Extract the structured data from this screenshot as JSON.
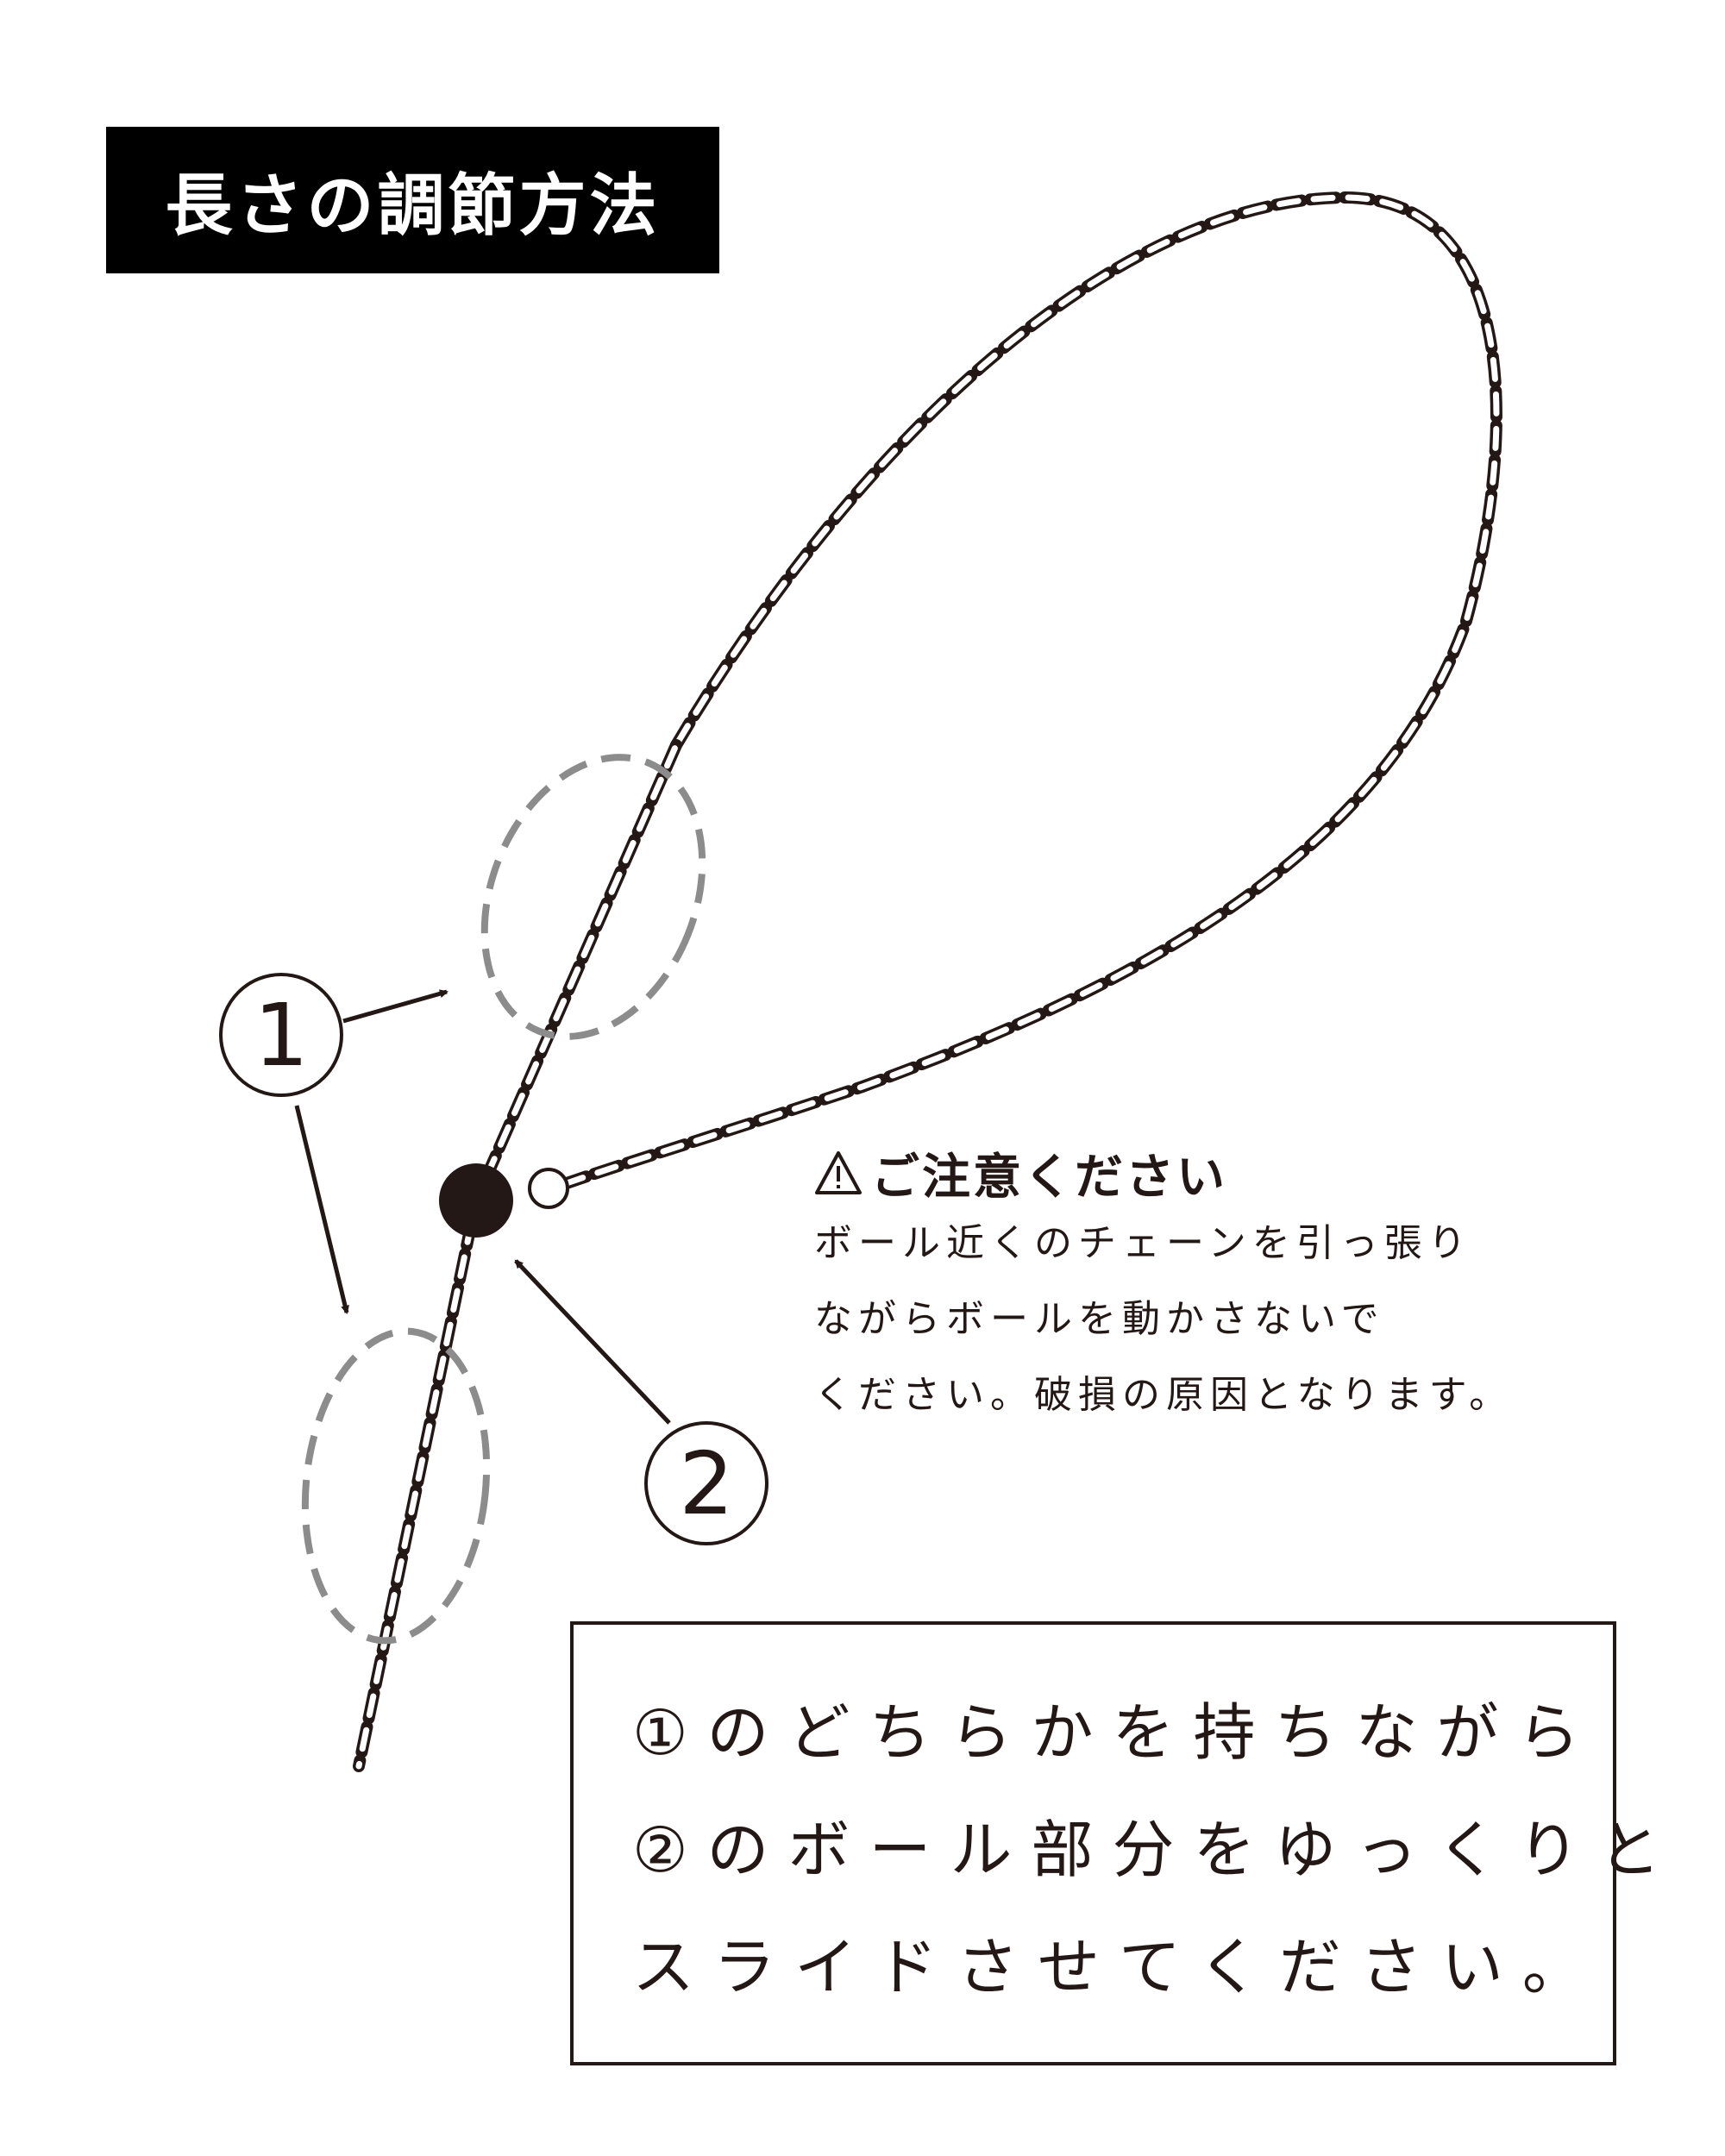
{
  "title": "長さの調節方法",
  "labels": {
    "one": "1",
    "two": "2"
  },
  "warning": {
    "icon": "warning-triangle-icon",
    "heading": "ご注意ください",
    "lines": [
      "ボール近くのチェーンを引っ張り",
      "ながらボールを動かさないで",
      "ください。破損の原因となります。"
    ]
  },
  "instructions": {
    "lines": [
      "①のどちらかを持ちながら",
      "②のボール部分をゆっくりと",
      "スライドさせてください。"
    ]
  },
  "colors": {
    "ink": "#231815",
    "dashed_ellipse": "#8c8c8c",
    "title_bg": "#000000"
  }
}
